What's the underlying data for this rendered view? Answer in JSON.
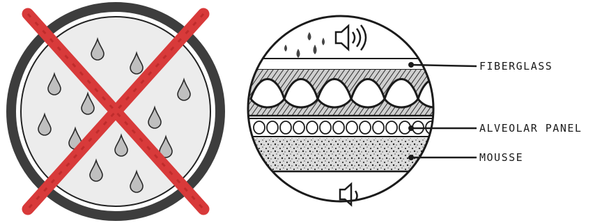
{
  "colors": {
    "ink": "#1b1b1b",
    "ring": "#3a3a3a",
    "cross": "#d83a3a",
    "drop_fill": "#bfbfbf",
    "fiber_fill": "#4a4a4a",
    "foam_fill": "#9a9a9a",
    "paper": "#ffffff"
  },
  "left_panel": {
    "symbol": "moisture-prohibited",
    "icons": [
      "water-drop-icon",
      "cross-out-icon"
    ]
  },
  "right_panel": {
    "top_icons": [
      "water-drop-icon",
      "speaker-loud-icon"
    ],
    "bottom_icons": [
      "speaker-quiet-icon"
    ],
    "layers": [
      {
        "label": "FIBERGLASS"
      },
      {
        "label": "ALVEOLAR PANEL"
      },
      {
        "label": "MOUSSE"
      }
    ]
  }
}
